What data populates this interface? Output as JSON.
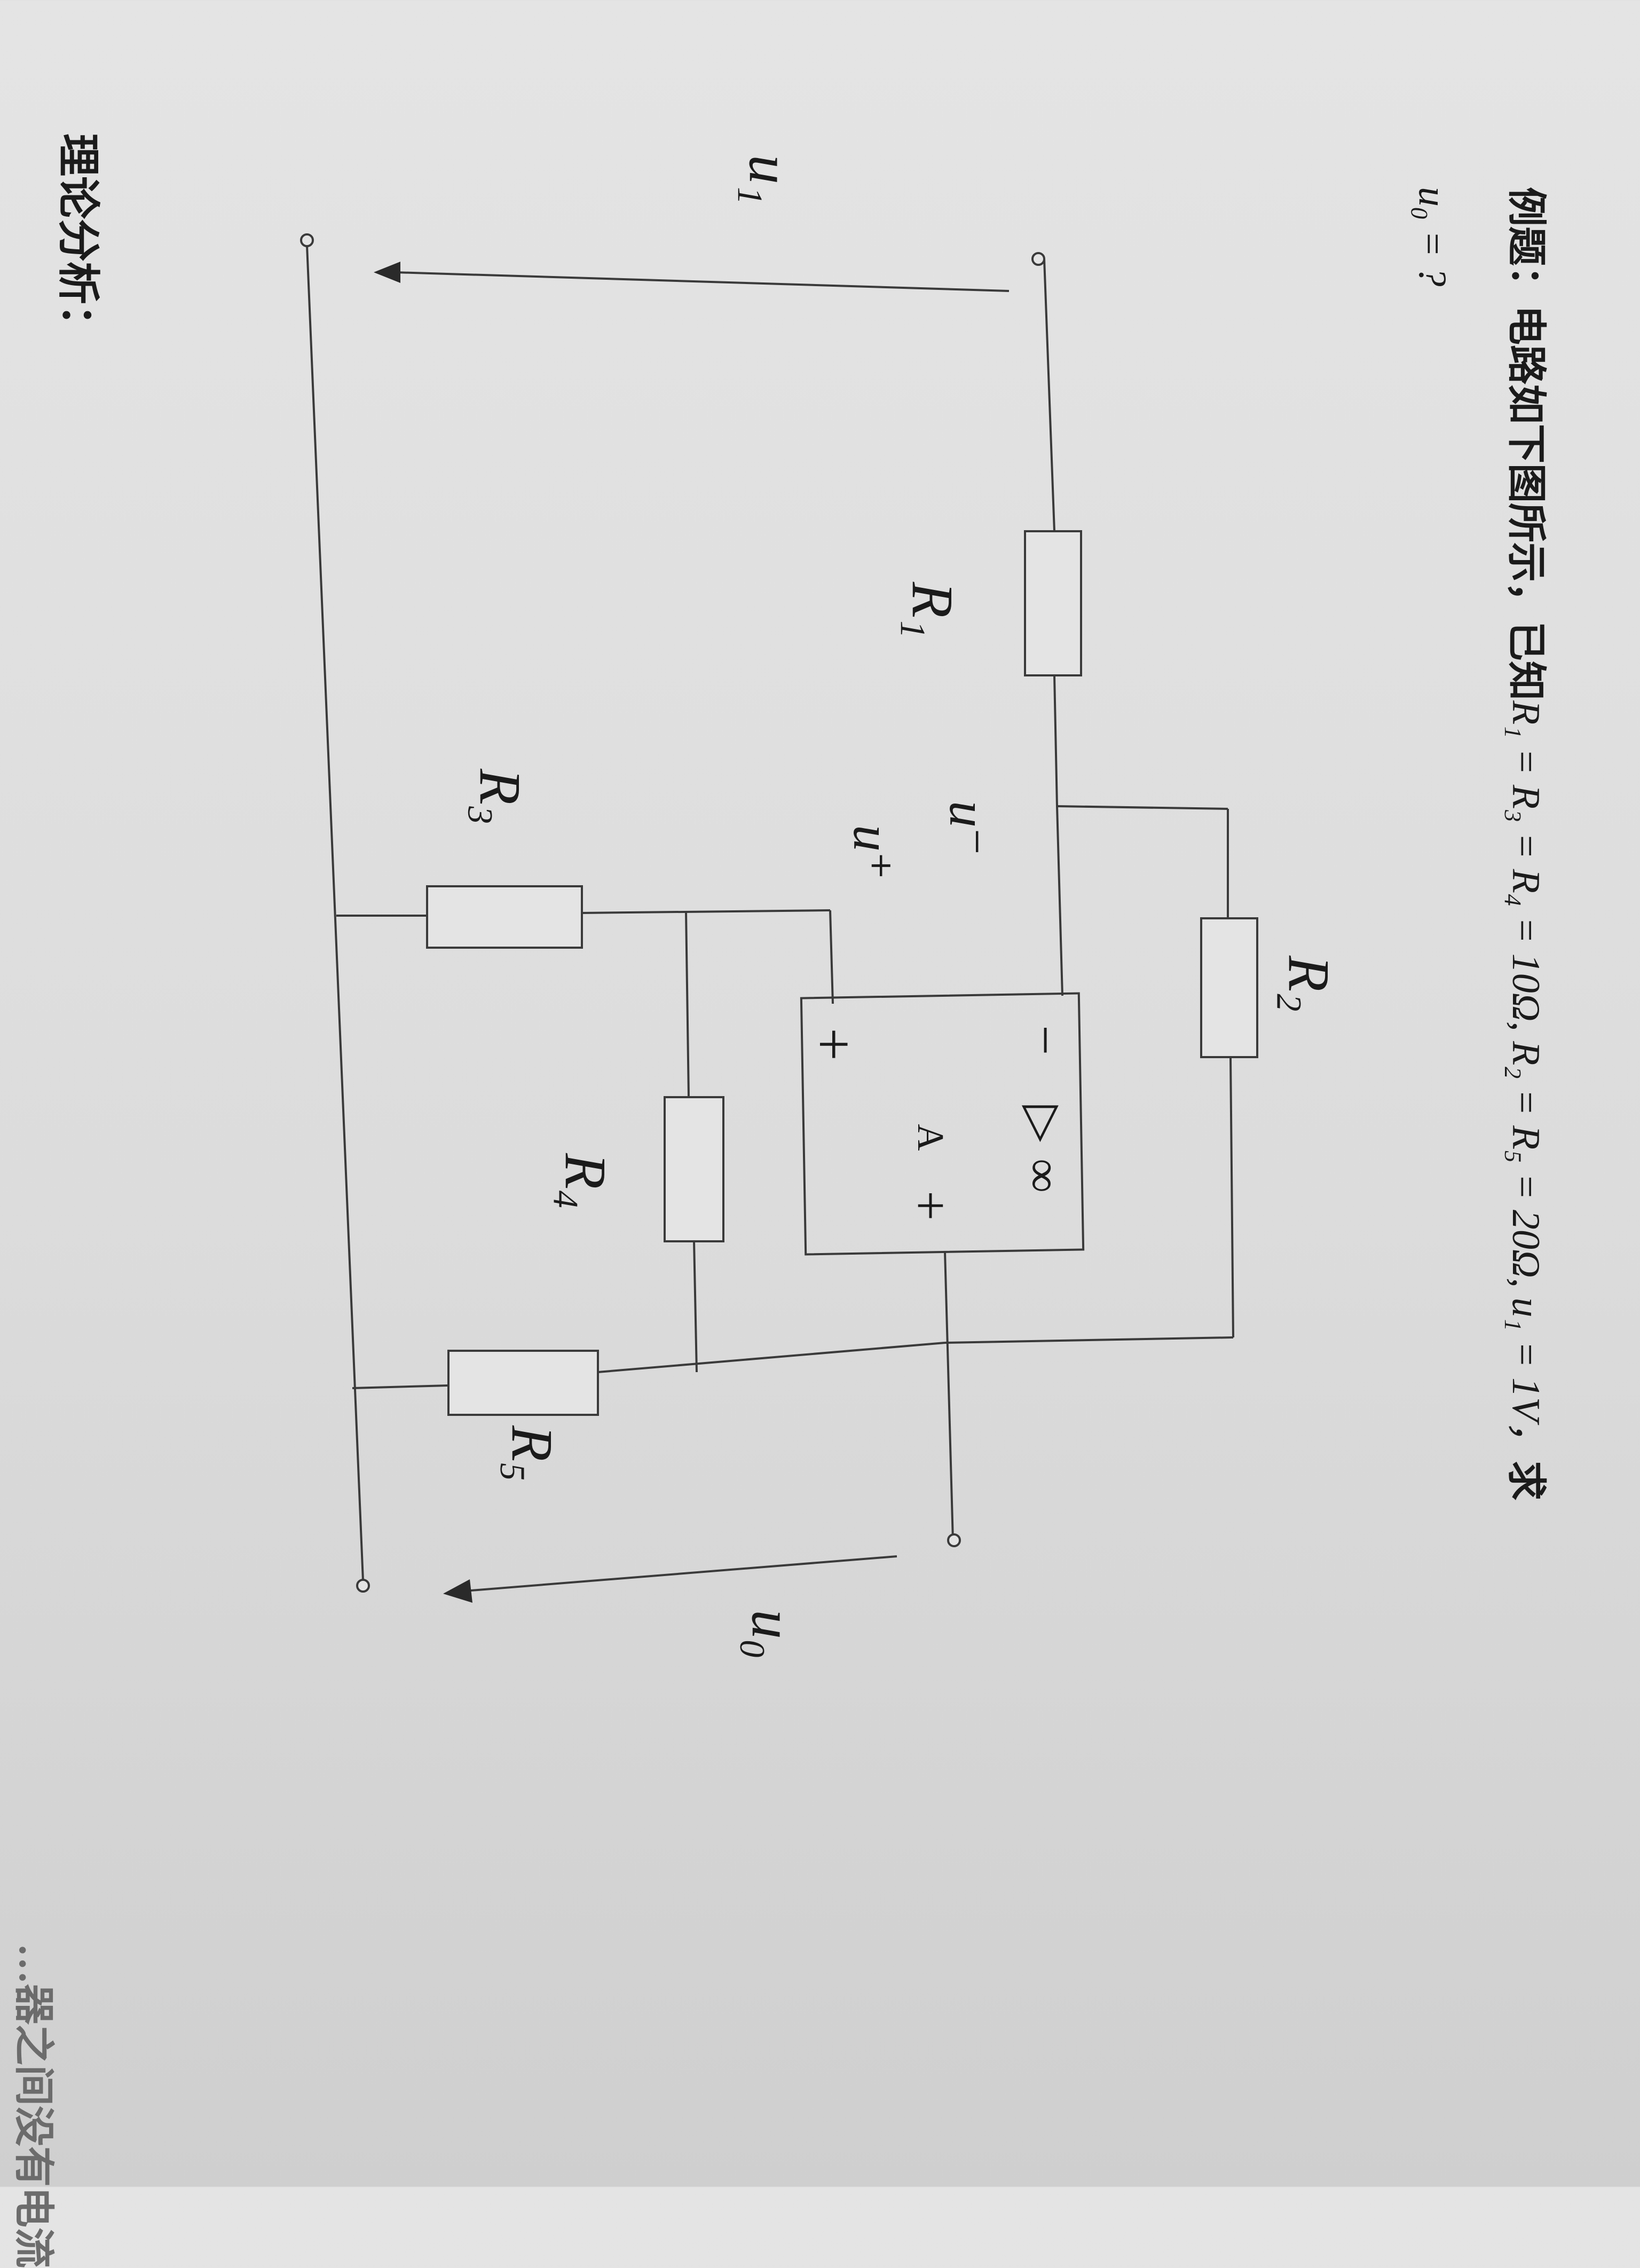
{
  "problem": {
    "prefix": "例题：",
    "text": "电路如下图所示，已知",
    "given": "R₁ = R₃ = R₄ = 10Ω, R₂ = R₅ = 20Ω, u₁ = 1V，",
    "ask": "求",
    "question": "u₀ = ?"
  },
  "analysis_heading": "理论分析：",
  "cut_text": "…器之间没有电流",
  "circuit": {
    "resistors": [
      "R₁",
      "R₂",
      "R₃",
      "R₄",
      "R₅"
    ],
    "input_label": "u₁",
    "output_label": "u₀",
    "u_minus": "u⁻",
    "u_plus": "u⁺",
    "opamp": {
      "minus_sign": "−",
      "plus_sign": "+",
      "triangle": "▷",
      "gain": "∞",
      "amp_label": "A",
      "out_sign": "+"
    }
  }
}
